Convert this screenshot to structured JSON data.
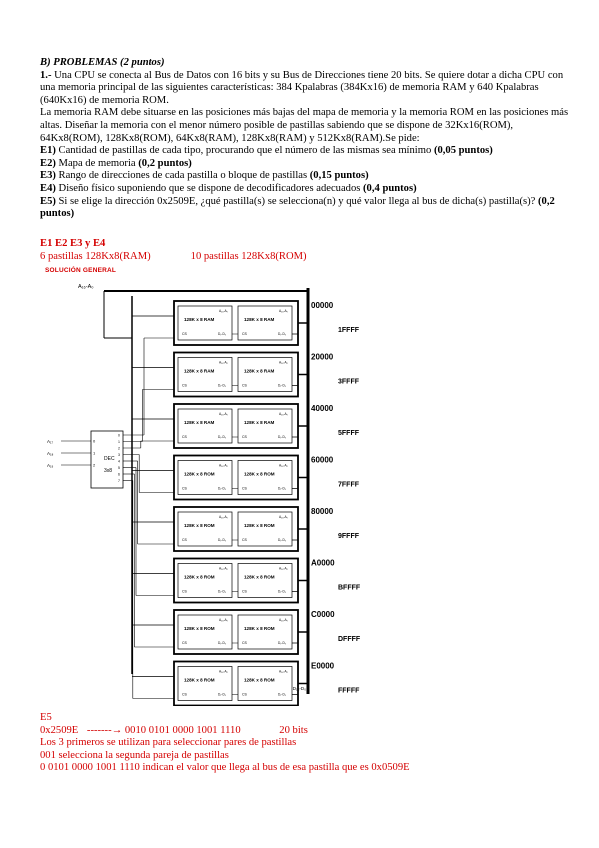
{
  "problem": {
    "heading": "B) PROBLEMAS (2 puntos)",
    "intro_bold": "1.-",
    "intro": " Una CPU se conecta al Bus de Datos con 16 bits y su Bus de Direcciones tiene 20 bits. Se quiere dotar a dicha CPU con una memoria principal de las siguientes características: 384 Kpalabras (384Kx16) de memoria RAM y 640 Kpalabras (640Kx16) de memoria ROM.",
    "para2": "La memoria RAM debe situarse en las posiciones más bajas del mapa de memoria y la memoria ROM en las posiciones más altas. Diseñar la memoria con el menor número posible de pastillas sabiendo que se dispone de 32Kx16(ROM), 64Kx8(ROM), 128Kx8(ROM), 64Kx8(RAM), 128Kx8(RAM) y 512Kx8(RAM).Se pide:",
    "items": [
      {
        "code": "E1)",
        "text": " Cantidad de pastillas de cada tipo, procurando que el número de las mismas sea mínimo ",
        "pts": "(0,05 puntos)"
      },
      {
        "code": "E2)",
        "text": " Mapa de memoria ",
        "pts": "(0,2 puntos)"
      },
      {
        "code": "E3)",
        "text": " Rango de direcciones de cada pastilla o bloque de pastillas ",
        "pts": "(0,15 puntos)"
      },
      {
        "code": "E4)",
        "text": " Diseño físico suponiendo que se dispone de decodificadores adecuados ",
        "pts": "(0,4 puntos)"
      },
      {
        "code": "E5)",
        "text": " Si se elige la dirección 0x2509E, ¿qué pastilla(s) se selecciona(n) y qué valor llega al bus de dicha(s) pastilla(s)? ",
        "pts": "(0,2 puntos)"
      }
    ]
  },
  "answer": {
    "heading": "E1 E2 E3 y E4",
    "ram_count": "6 pastillas 128Kx8(RAM)",
    "rom_count": "10 pastillas 128Kx8(ROM)",
    "solution_label": "SOLUCIÓN GENERAL"
  },
  "diagram": {
    "addr_bus_label": "A₁₆-A₀",
    "decoder": {
      "label": "DEC",
      "size": "3x8",
      "inputs": [
        "A₁₇",
        "A₁₈",
        "A₁₉"
      ],
      "input_index": [
        "0",
        "1",
        "2"
      ],
      "outputs": [
        "0",
        "1",
        "2",
        "3",
        "4",
        "5",
        "6",
        "7"
      ]
    },
    "chip_addr_label": "A₁₆-A₀",
    "chip_data_label": "D₇-D₀",
    "cs_label": "CS",
    "chip_labels": [
      "128K x 8 RAM",
      "128K x 8 RAM",
      "128K x 8 RAM",
      "128K x 8 ROM",
      "128K x 8 ROM",
      "128K x 8 ROM",
      "128K x 8 ROM",
      "128K x 8 ROM"
    ],
    "ranges": [
      {
        "start": "00000",
        "end": "1FFFF"
      },
      {
        "start": "20000",
        "end": "3FFFF"
      },
      {
        "start": "40000",
        "end": "5FFFF"
      },
      {
        "start": "60000",
        "end": "7FFFF"
      },
      {
        "start": "80000",
        "end": "9FFFF"
      },
      {
        "start": "A0000",
        "end": "BFFFF"
      },
      {
        "start": "C0000",
        "end": "DFFFF"
      },
      {
        "start": "E0000",
        "end": "FFFFF"
      }
    ],
    "data_bus_label": "D₁₅-D₀"
  },
  "e5": {
    "title": "E5",
    "address": "0x2509E",
    "arrow": "-------",
    "binary": "0010 0101 0000 1001 1110",
    "bits": "20 bits",
    "line1": "Los 3 primeros se utilizan para seleccionar pares de pastillas",
    "line2": "001  selecciona la segunda pareja de pastillas",
    "line3": "0 0101 0000 1001 1110 indican el valor que llega al bus de esa pastilla que es 0x0509E"
  }
}
